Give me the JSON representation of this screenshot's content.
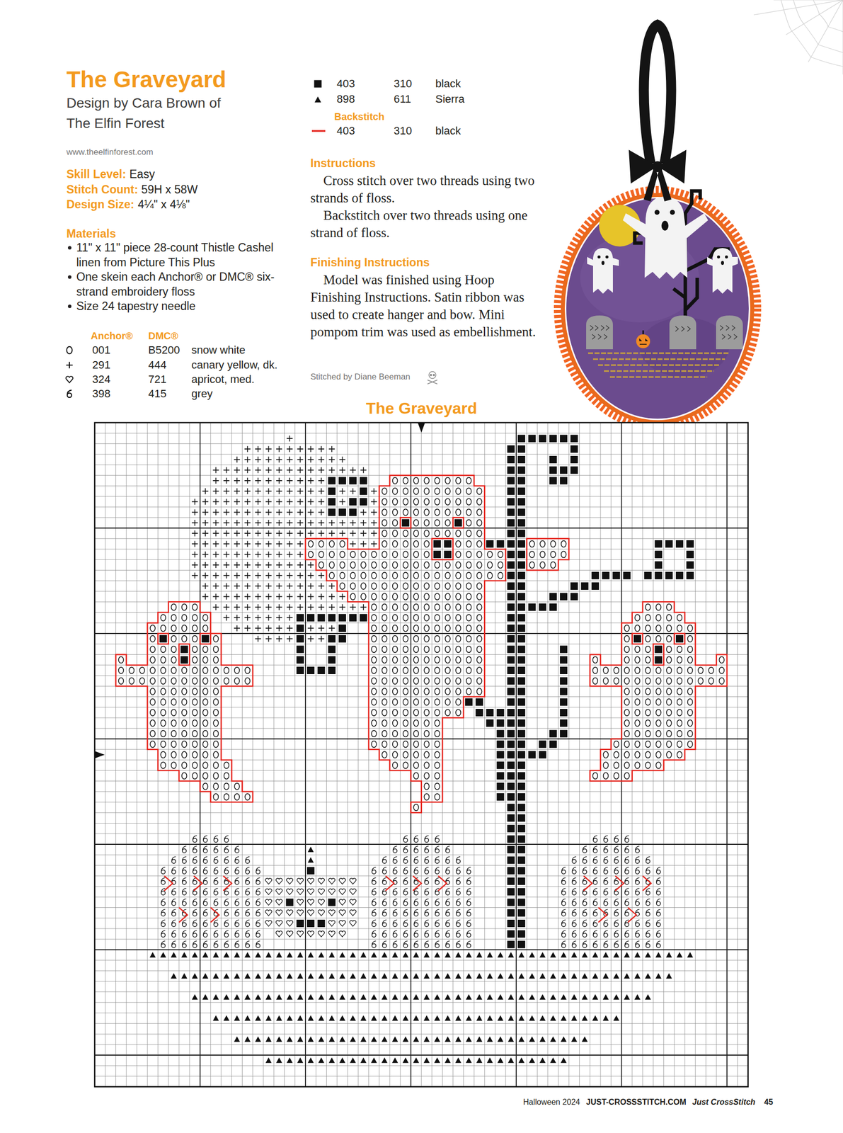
{
  "diagram": {
    "title": "The Graveyard",
    "labels": [
      "Design by Cara Brown of",
      "The Elfin Forest",
      "www.theelfinforest.com",
      "Skill Level:",
      "Easy",
      "Stitch Count:",
      "59H x 58W",
      "Design Size:",
      "4¼\" x 4⅛\"",
      "Materials",
      "11\" x 11\" piece 28-count Thistle Cashel linen from Picture This Plus",
      "One skein each Anchor® or DMC® six-strand embroidery floss",
      "Size 24 tapestry needle",
      "Anchor®",
      "DMC®",
      "001",
      "B5200",
      "snow white",
      "291",
      "444",
      "canary yellow, dk.",
      "324",
      "721",
      "apricot, med.",
      "398",
      "415",
      "grey",
      "403",
      "310",
      "black",
      "898",
      "611",
      "Sierra",
      "Backstitch",
      "403",
      "310",
      "black",
      "Instructions",
      "Cross stitch over two threads using two strands of floss.",
      "Backstitch over two threads using one strand of floss.",
      "Finishing Instructions",
      "Model was finished using Hoop Finishing Instructions. Satin ribbon was used to create hanger and bow. Mini pompom trim was used as embellishment.",
      "Stitched by Diane Beeman",
      "The Graveyard",
      "Halloween 2024",
      "JUST-CROSSSTITCH.COM",
      "Just CrossStitch",
      "45"
    ]
  }
}
